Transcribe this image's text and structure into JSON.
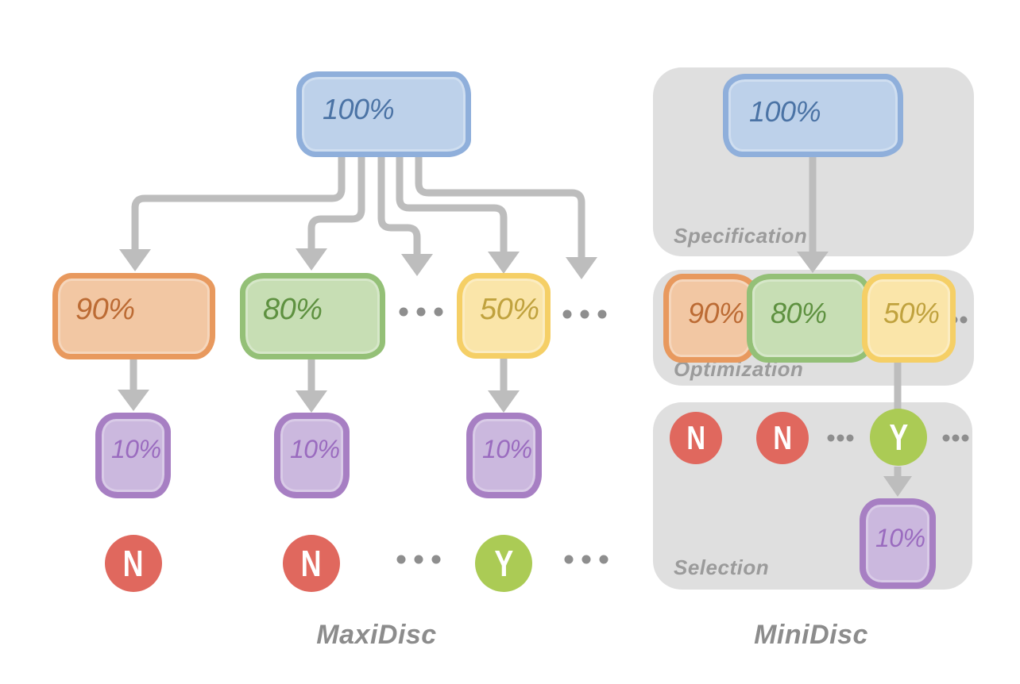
{
  "maxidisc": {
    "caption": "MaxiDisc",
    "root": "100%",
    "candidates": [
      "90%",
      "80%",
      "50%"
    ],
    "refined": "10%",
    "outcomes": {
      "no": "N",
      "yes": "Y"
    }
  },
  "minidisc": {
    "caption": "MiniDisc",
    "stages": {
      "specification": "Specification",
      "optimization": "Optimization",
      "selection": "Selection"
    },
    "root": "100%",
    "candidates": [
      "90%",
      "80%",
      "50%"
    ],
    "refined": "10%",
    "outcomes": {
      "no": "N",
      "yes": "Y"
    }
  },
  "icons": {
    "ellipsis-dots": "•••"
  },
  "colors": {
    "blue_fill": "#bdd1ea",
    "blue_border": "#8fafdb",
    "blue_text": "#4b73a5",
    "orange_fill": "#f2c7a3",
    "orange_border": "#e8995e",
    "orange_text": "#bc6b34",
    "green_fill": "#c7deb4",
    "green_border": "#94c077",
    "green_text": "#5e9140",
    "yellow_fill": "#fae5a9",
    "yellow_border": "#f5cf66",
    "yellow_text": "#c0a23e",
    "purple_fill": "#cbb8de",
    "purple_border": "#a77fc3",
    "purple_text": "#9a6bbf",
    "outcome_no": "#e0685e",
    "outcome_yes": "#abcb55",
    "arrow_gray": "#bdbdbd",
    "panel_gray": "#dfdfdf",
    "stage_label_gray": "#9b9b9b",
    "caption_gray": "#8c8c8c",
    "dot_gray": "#8e8e8e"
  }
}
